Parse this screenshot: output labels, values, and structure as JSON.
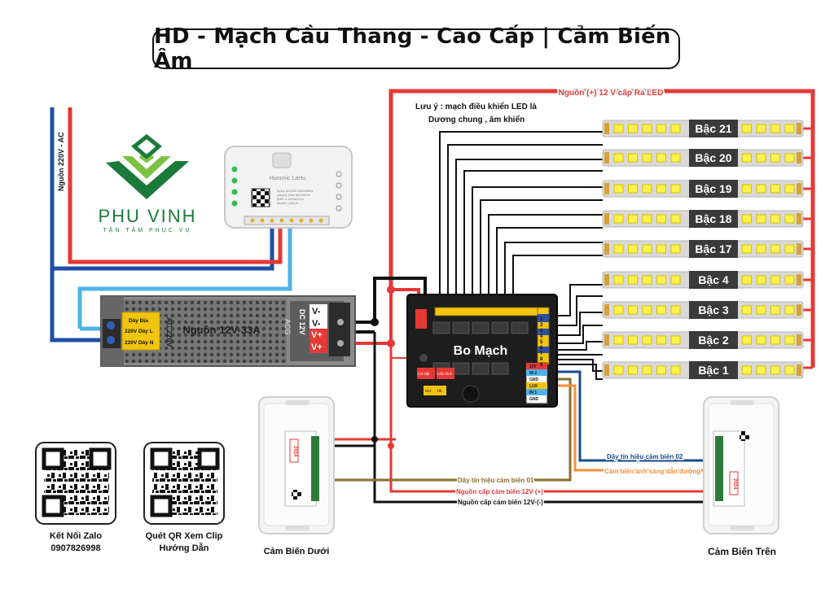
{
  "title": "HD - Mạch Cầu Thang - Cao Cấp | Cảm Biến Âm",
  "logo": {
    "brand": "PHU VINH",
    "tagline": "TẬN TÂM PHỤC VỤ",
    "colors": [
      "#1b7a3a",
      "#7cc242"
    ]
  },
  "power_ac_label": "Nguồn 220V - AC",
  "controller": {
    "name": "Hunonic LaHu",
    "spec_lines": [
      "Input: AC100-240V/50Hz",
      "Output: Max 5A/1WCH",
      "WiFi: 2.4GHz/1CH",
      "Model: LAHU4"
    ]
  },
  "psu": {
    "name": "Nguồn 12V-33A",
    "brand": "ACG",
    "input_labels": [
      "Dây Địa",
      "220V Dây L",
      "220V Dây N"
    ],
    "ac_side": "AC 220V",
    "dc_side": "DC 12V",
    "terminals": [
      "V-",
      "V-",
      "V+",
      "V+"
    ]
  },
  "note_lines": [
    "Lưu ý : mạch điều khiển LED là",
    "Dương chung , âm khiển"
  ],
  "led_power_label": "Nguồn (+) 12 V cấp Ra LED",
  "steps": [
    "Bậc 21",
    "Bậc 20",
    "Bậc 19",
    "Bậc 18",
    "Bậc 17",
    "Bậc 4",
    "Bậc 3",
    "Bậc 2",
    "Bậc 1"
  ],
  "board": {
    "name": "Bo Mạch",
    "port_labels": [
      "12V",
      "IN 2",
      "GND",
      "LUX",
      "IN 1",
      "GND"
    ],
    "port_numbers": [
      "1",
      "2",
      "3",
      "4",
      "5",
      "6",
      "7",
      "8",
      "9"
    ],
    "buttons": [
      "Cài đặt",
      "Cấu hình",
      "Nút",
      "Tắt"
    ]
  },
  "wire_labels": {
    "sensor2_signal": "Dây tín hiệu cảm biến 02",
    "light_sensor": "Cảm biến ánh sáng dẫn đường",
    "sensor1_signal": "Dây tín hiệu cảm biến 01",
    "sensor_power_pos": "Nguồn cấp cảm biến 12V (+)",
    "sensor_power_neg": "Nguồn cấp cảm biến 12V (-)"
  },
  "sensors": {
    "bottom": {
      "label": "Cảm Biến Dưới",
      "year": "2024"
    },
    "top": {
      "label": "Cảm Biến Trên",
      "year": "2024"
    }
  },
  "qr_zalo": {
    "line1": "Kết Nối Zalo",
    "line2": "0907826998"
  },
  "qr_clip": {
    "line1": "Quét QR Xem Clip",
    "line2": "Hướng Dẫn"
  },
  "colors": {
    "positive": "#e53935",
    "negative": "#111111",
    "ac_blue": "#1e4fa6",
    "light_blue": "#4fb3e8",
    "signal_brown": "#8a6d2c",
    "signal_orange": "#f0903a",
    "signal_navy": "#1a4a8c",
    "board": "#1d1d1d",
    "step_label_bg": "#3a3a3a"
  }
}
